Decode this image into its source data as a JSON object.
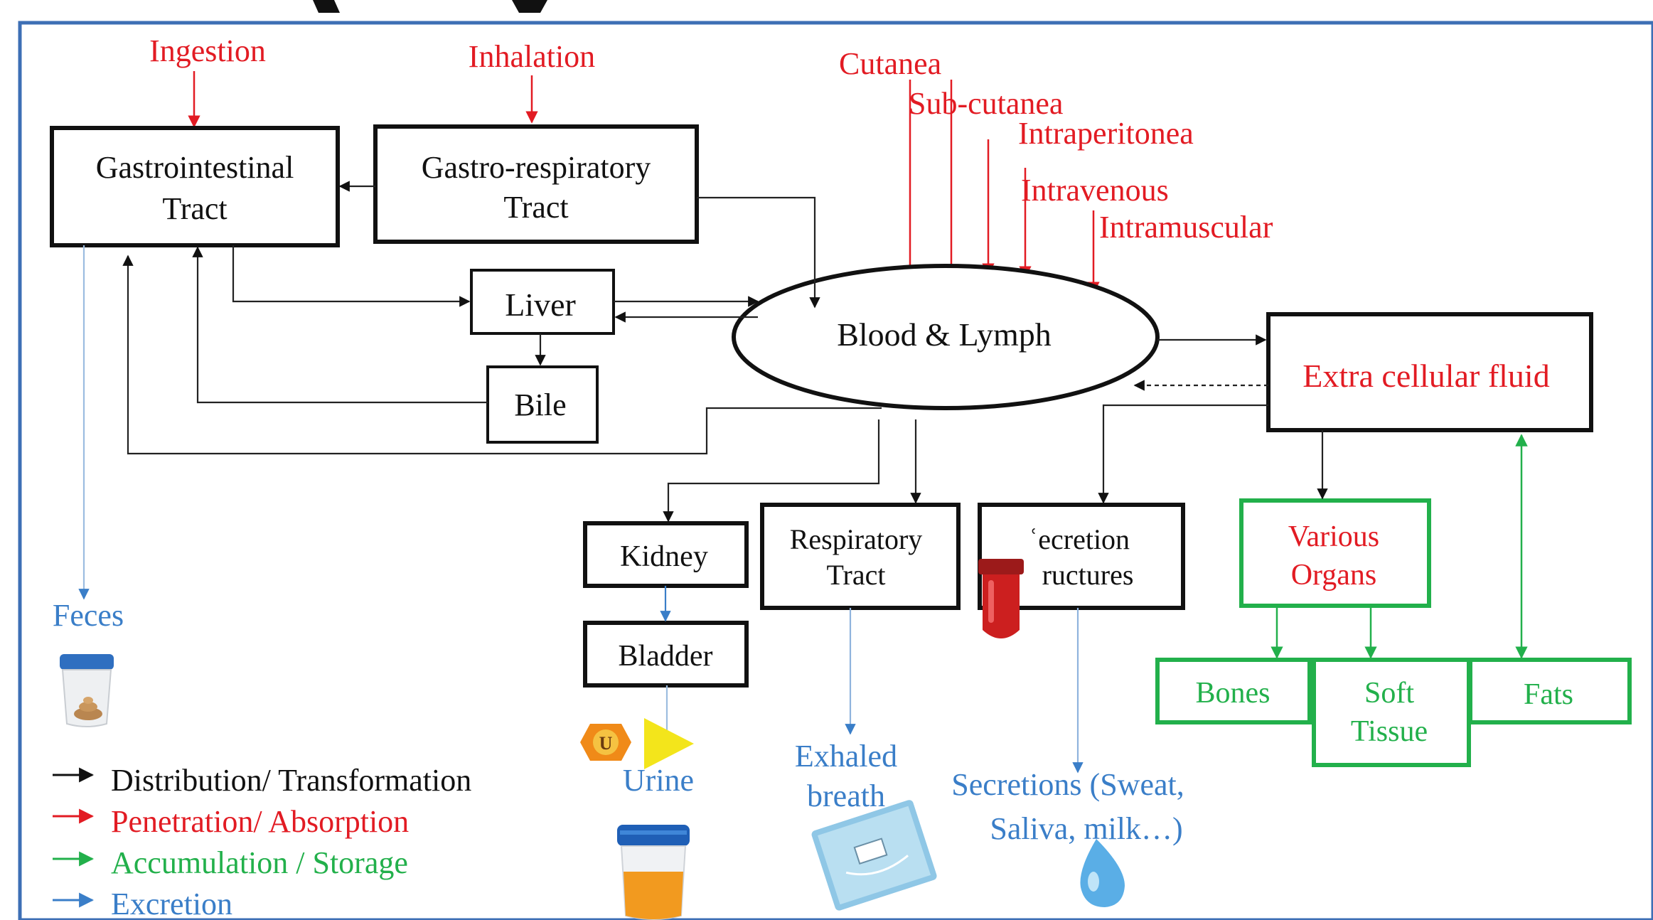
{
  "colors": {
    "black": "#111111",
    "red": "#e21b23",
    "green": "#22b04b",
    "blue": "#3a7ec8",
    "frame": "#3d6fb5",
    "line": "#222222"
  },
  "routes": {
    "ingestion": "Ingestion",
    "inhalation": "Inhalation",
    "cutanea": "Cutanea",
    "subcutanea": "Sub-cutanea",
    "intraperitonea": "Intraperitonea",
    "intravenous": "Intravenous",
    "intramuscular": "Intramuscular"
  },
  "nodes": {
    "gi_line1": "Gastrointestinal",
    "gi_line2": "Tract",
    "gr_line1": "Gastro-respiratory",
    "gr_line2": "Tract",
    "liver": "Liver",
    "bile": "Bile",
    "blood": "Blood & Lymph",
    "ecf": "Extra cellular fluid",
    "kidney": "Kidney",
    "bladder": "Bladder",
    "resp_line1": "Respiratory",
    "resp_line2": "Tract",
    "secr_line1": "ʿecretion",
    "secr_line2": "ructures",
    "organs_line1": "Various",
    "organs_line2": "Organs",
    "bones": "Bones",
    "soft_line1": "Soft",
    "soft_line2": "Tissue",
    "fats": "Fats"
  },
  "outputs": {
    "feces": "Feces",
    "urine": "Urine",
    "exhaled_line1": "Exhaled",
    "exhaled_line2": "breath",
    "secretions_line1": "Secretions (Sweat,",
    "secretions_line2": "Saliva, milk…)"
  },
  "legend": {
    "distribution": "Distribution/ Transformation",
    "penetration": "Penetration/ Absorption",
    "accumulation": "Accumulation / Storage",
    "excretion": "Excretion"
  },
  "icons": {
    "feces_cup": "stool-sample-cup-icon",
    "urine_cup": "urine-sample-cup-icon",
    "blood_tube": "blood-test-tube-icon",
    "breath_bag": "breath-sample-bag-icon",
    "droplet": "saliva-droplet-icon",
    "sticker": "u-sticker-icon"
  }
}
